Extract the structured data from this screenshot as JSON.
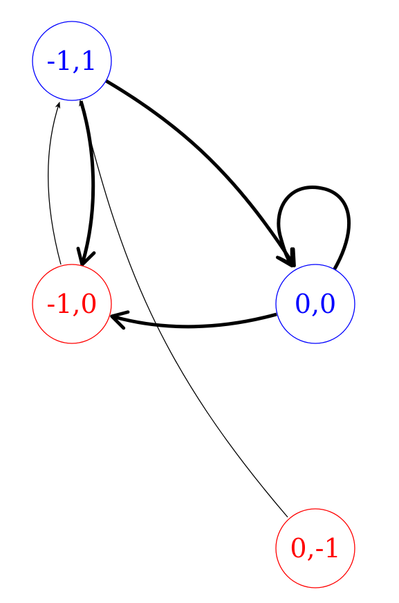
{
  "diagram": {
    "colors": {
      "blue": "#0000ff",
      "red": "#ff0000",
      "edge": "#000000",
      "background": "#ffffff"
    },
    "nodes": [
      {
        "id": "n_m1_1",
        "label": "-1,1",
        "color": "#0000ff"
      },
      {
        "id": "n_m1_0",
        "label": "-1,0",
        "color": "#ff0000"
      },
      {
        "id": "n_0_0",
        "label": "0,0",
        "color": "#0000ff"
      },
      {
        "id": "n_0_m1",
        "label": "0,-1",
        "color": "#ff0000"
      }
    ],
    "edges": [
      {
        "from": "n_m1_1",
        "to": "n_0_0",
        "weight": "thick"
      },
      {
        "from": "n_0_0",
        "to": "n_0_0",
        "weight": "thick",
        "kind": "self-loop"
      },
      {
        "from": "n_0_0",
        "to": "n_m1_0",
        "weight": "thick"
      },
      {
        "from": "n_m1_1",
        "to": "n_m1_0",
        "weight": "thick"
      },
      {
        "from": "n_m1_0",
        "to": "n_m1_1",
        "weight": "thin"
      },
      {
        "from": "n_0_m1",
        "to": "n_m1_1",
        "weight": "thin"
      }
    ]
  }
}
